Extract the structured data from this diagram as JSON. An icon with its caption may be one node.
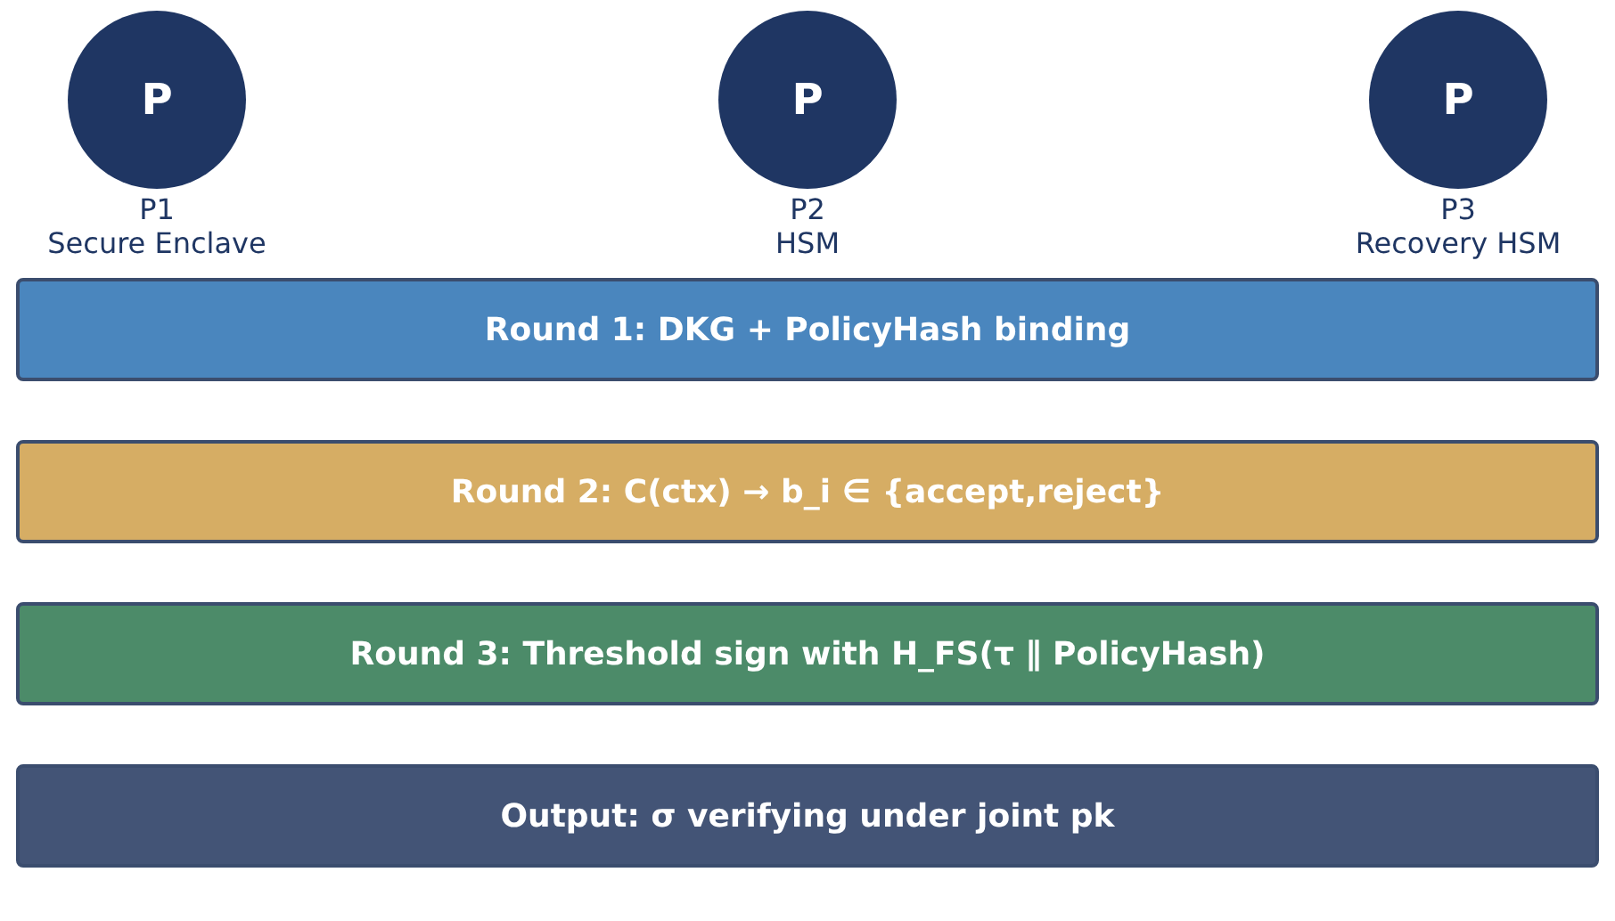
{
  "diagram": {
    "nodes": [
      {
        "text": [
          "P"
        ],
        "beside": [
          "P1",
          "Secure Enclave"
        ]
      },
      {
        "text": [
          "P"
        ],
        "beside": [
          "P2",
          "HSM"
        ]
      },
      {
        "text": [
          "P"
        ],
        "beside": [
          "P3",
          "Recovery HSM"
        ]
      },
      {
        "text": [
          "Round 1: DKG + PolicyHash binding"
        ]
      },
      {
        "text": [
          "Round 2: C(ctx) → b_i ∈ {accept,reject}"
        ]
      },
      {
        "text": [
          "Round 3: Threshold sign with H_FS(τ ∥ PolicyHash)"
        ]
      },
      {
        "text": [
          "Output: σ verifying under joint pk"
        ]
      }
    ],
    "edges": []
  }
}
